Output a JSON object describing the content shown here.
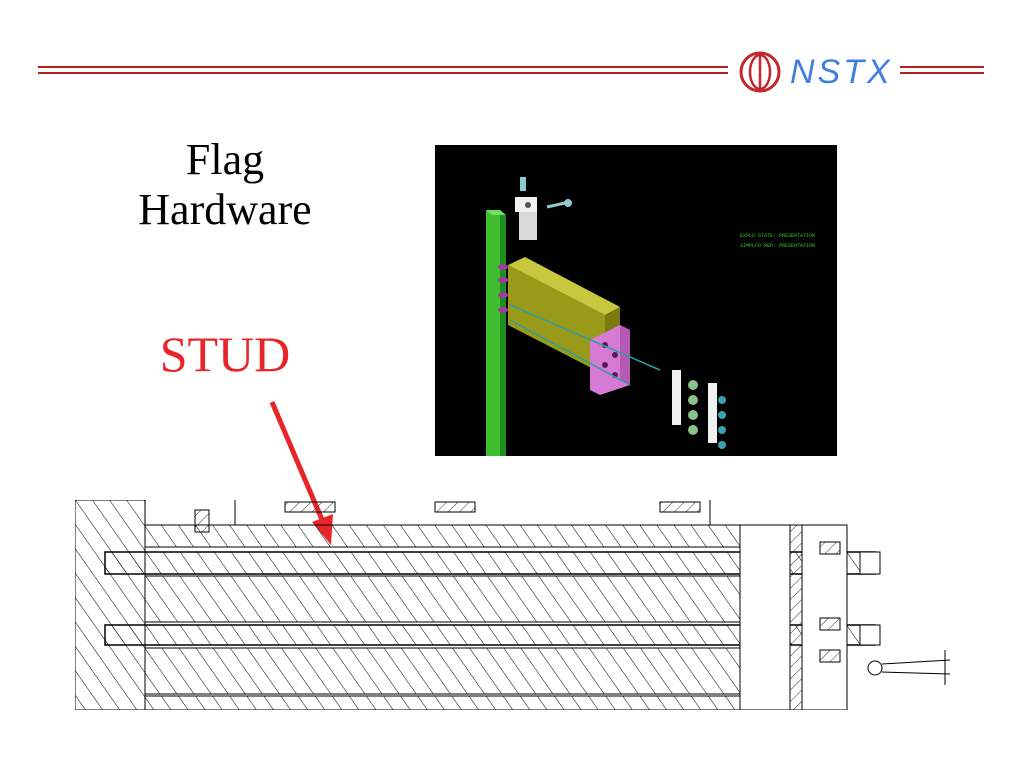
{
  "slide": {
    "logo_text": "NSTX",
    "title_line1": "Flag",
    "title_line2": "Hardware",
    "callout": "STUD"
  },
  "cad_image": {
    "caption_line1": "EXPLD STATE: PRESENTATION",
    "caption_line2": "SIMPLFD REP: PRESENTATION"
  },
  "colors": {
    "header_rule": "#b22222",
    "logo_text": "#3f7fe0",
    "callout": "#e8262a",
    "arrow": "#e8262a"
  }
}
